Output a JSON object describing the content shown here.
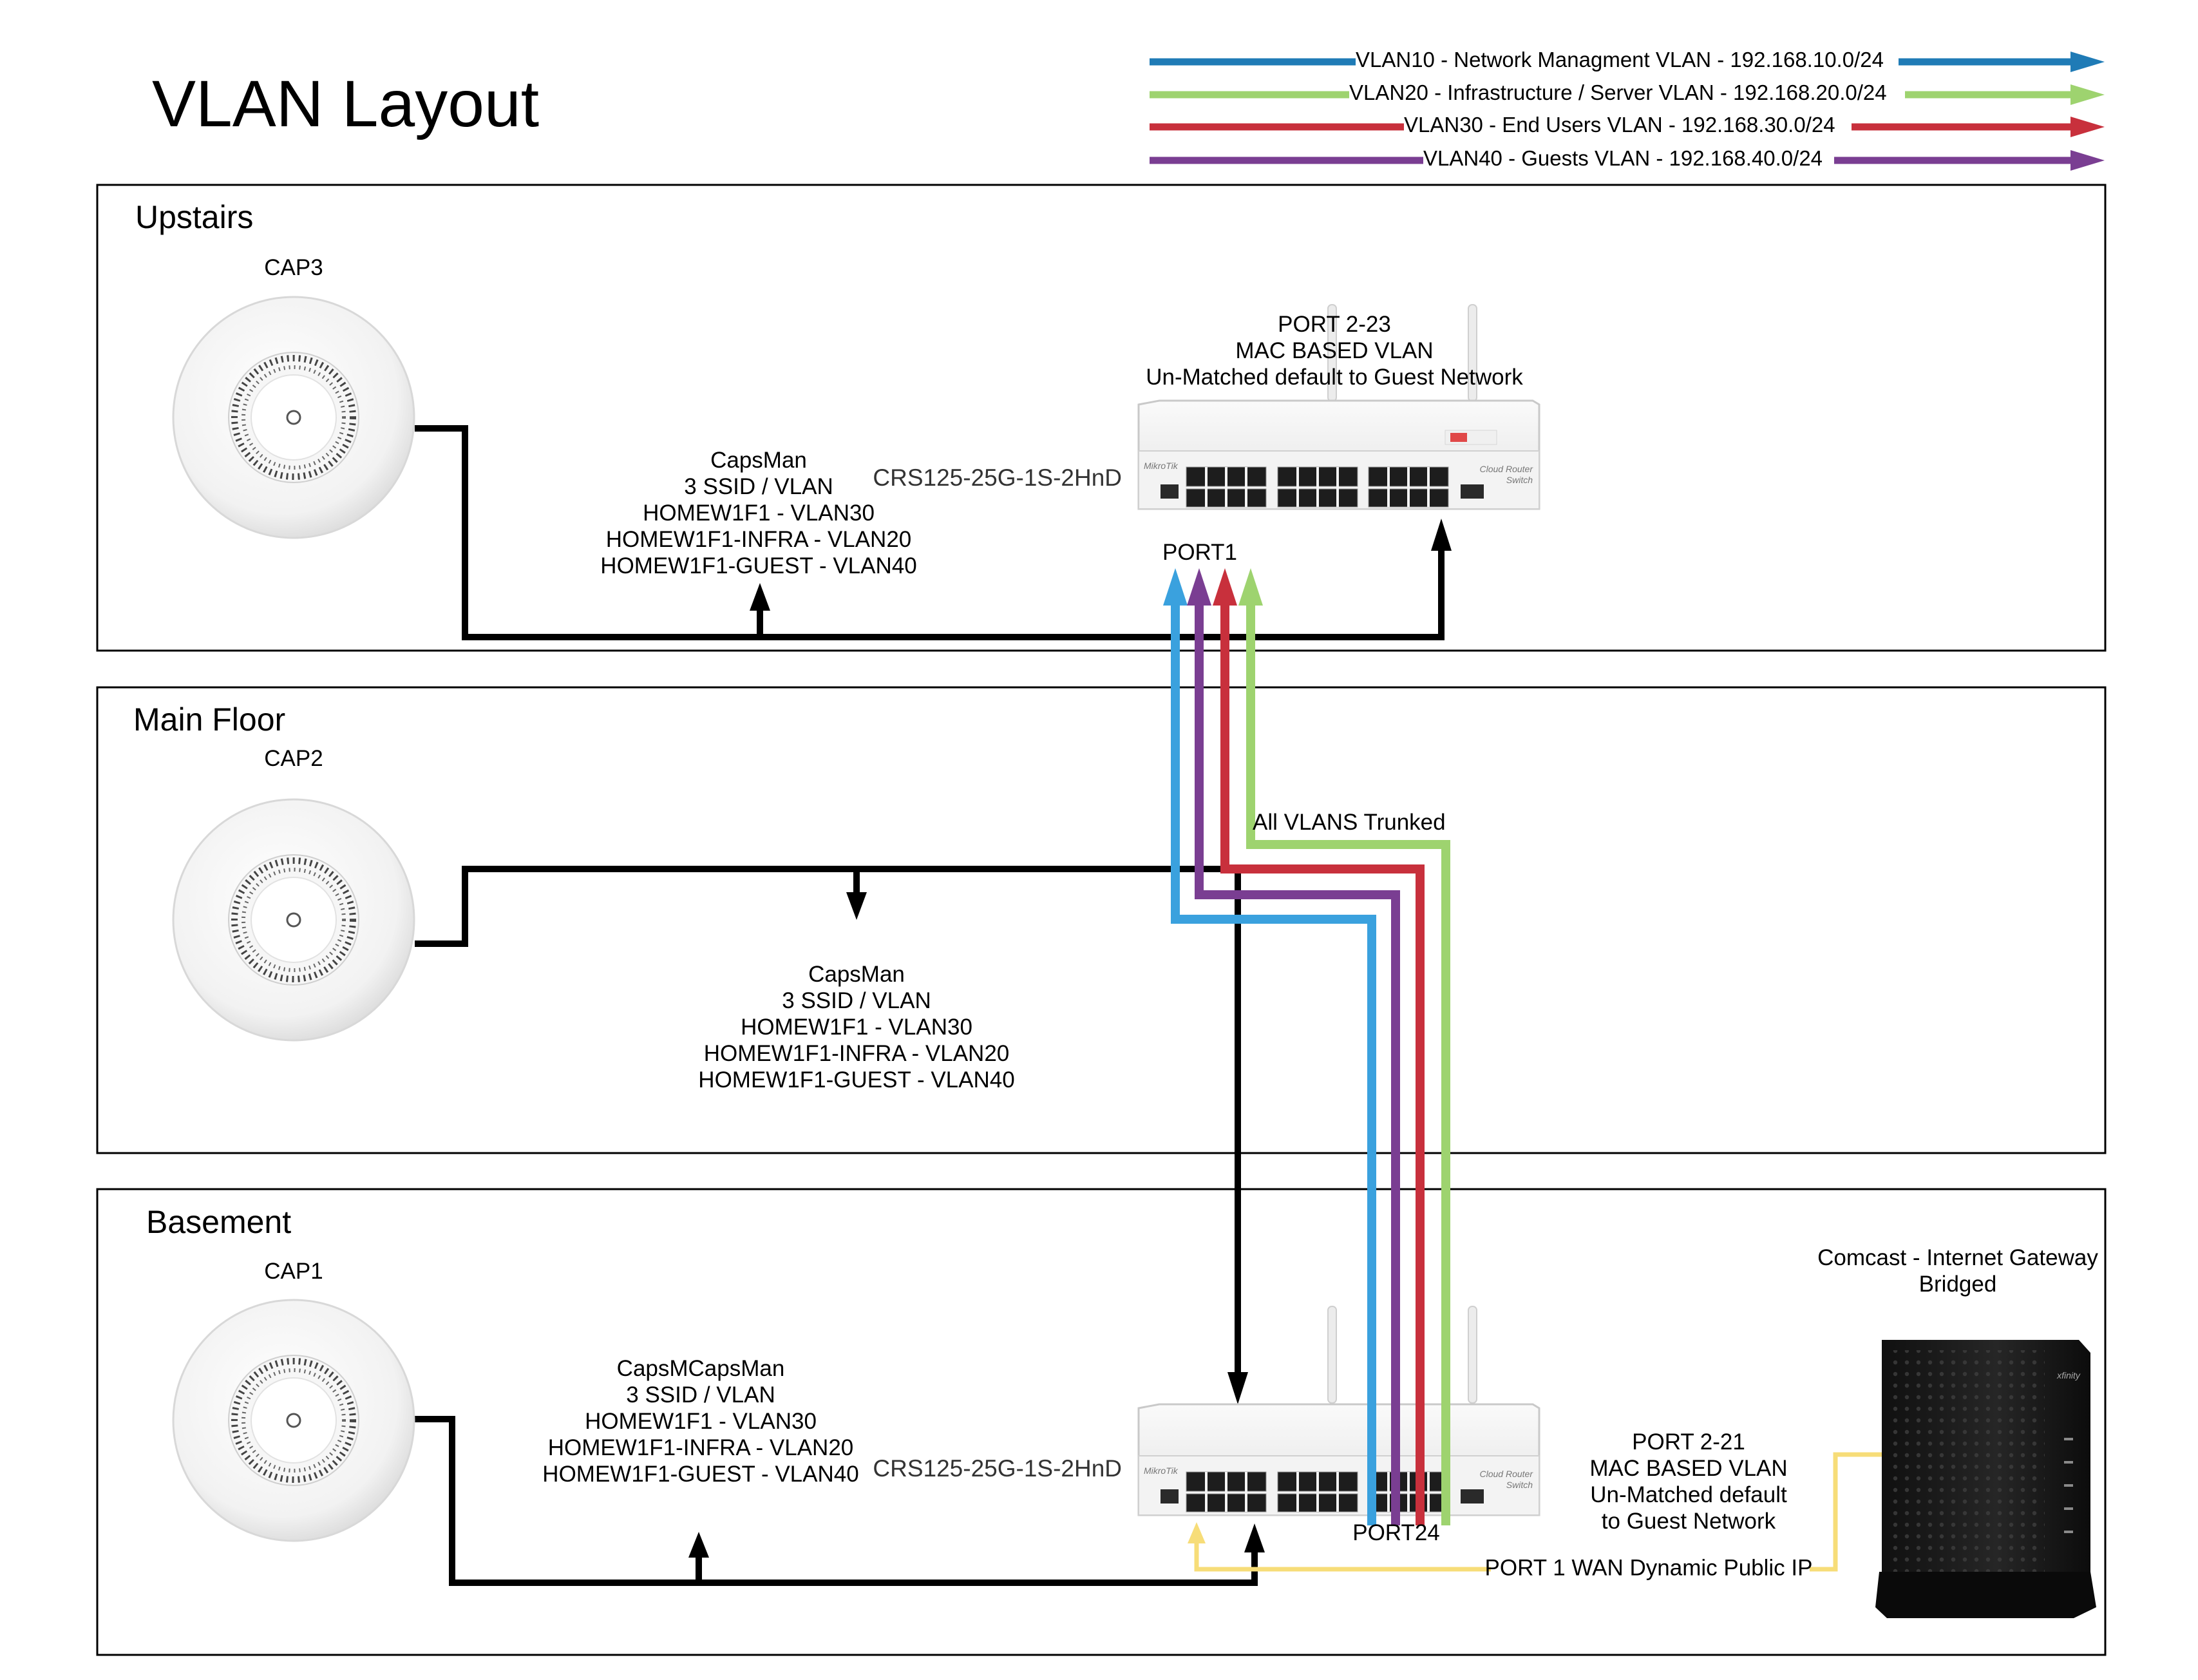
{
  "title": "VLAN Layout",
  "legend": [
    {
      "label": "VLAN10 - Network Managment VLAN - 192.168.10.0/24",
      "color": "#1f7bb6"
    },
    {
      "label": "VLAN20 - Infrastructure / Server VLAN - 192.168.20.0/24",
      "color": "#9ed36f"
    },
    {
      "label": "VLAN30 - End Users VLAN - 192.168.30.0/24",
      "color": "#c8303c"
    },
    {
      "label": "VLAN40 - Guests VLAN - 192.168.40.0/24",
      "color": "#7a3e92"
    }
  ],
  "colors": {
    "trunk_blue": "#3aa1de",
    "trunk_purple": "#7a3e92",
    "trunk_red": "#c8303c",
    "trunk_green": "#9ed36f",
    "wan_yellow": "#f7dd78",
    "cable": "#000000"
  },
  "sections": {
    "upstairs": {
      "name": "Upstairs",
      "ap_name": "CAP3",
      "capsman_lines": [
        "CapsMan",
        "3 SSID / VLAN",
        "HOMEW1F1 - VLAN30",
        "HOMEW1F1-INFRA - VLAN20",
        "HOMEW1F1-GUEST - VLAN40"
      ],
      "switch_model": "CRS125-25G-1S-2HnD",
      "switch_ports_lines": [
        "PORT 2-23",
        "MAC BASED VLAN",
        "Un-Matched default to Guest Network"
      ],
      "uplink_port": "PORT1"
    },
    "main_floor": {
      "name": "Main Floor",
      "ap_name": "CAP2",
      "capsman_lines": [
        "CapsMan",
        "3 SSID / VLAN",
        "HOMEW1F1 - VLAN30",
        "HOMEW1F1-INFRA - VLAN20",
        "HOMEW1F1-GUEST - VLAN40"
      ],
      "trunk_label": "All VLANS Trunked"
    },
    "basement": {
      "name": "Basement",
      "ap_name": "CAP1",
      "capsman_lines": [
        "CapsMCapsMan",
        "3 SSID / VLAN",
        "HOMEW1F1 - VLAN30",
        "HOMEW1F1-INFRA - VLAN20",
        "HOMEW1F1-GUEST - VLAN40"
      ],
      "switch_model": "CRS125-25G-1S-2HnD",
      "trunk_port": "PORT24",
      "switch_ports_lines": [
        "PORT 2-21",
        "MAC BASED VLAN",
        "Un-Matched default",
        "to Guest Network"
      ],
      "wan_label": "PORT 1 WAN Dynamic Public IP",
      "gateway_lines": [
        "Comcast - Internet Gateway",
        "Bridged"
      ]
    }
  },
  "device_text": {
    "switch_brand": "MikroTik",
    "switch_name_lines": [
      "Cloud Router",
      "Switch"
    ],
    "gateway_brand": "xfinity"
  }
}
